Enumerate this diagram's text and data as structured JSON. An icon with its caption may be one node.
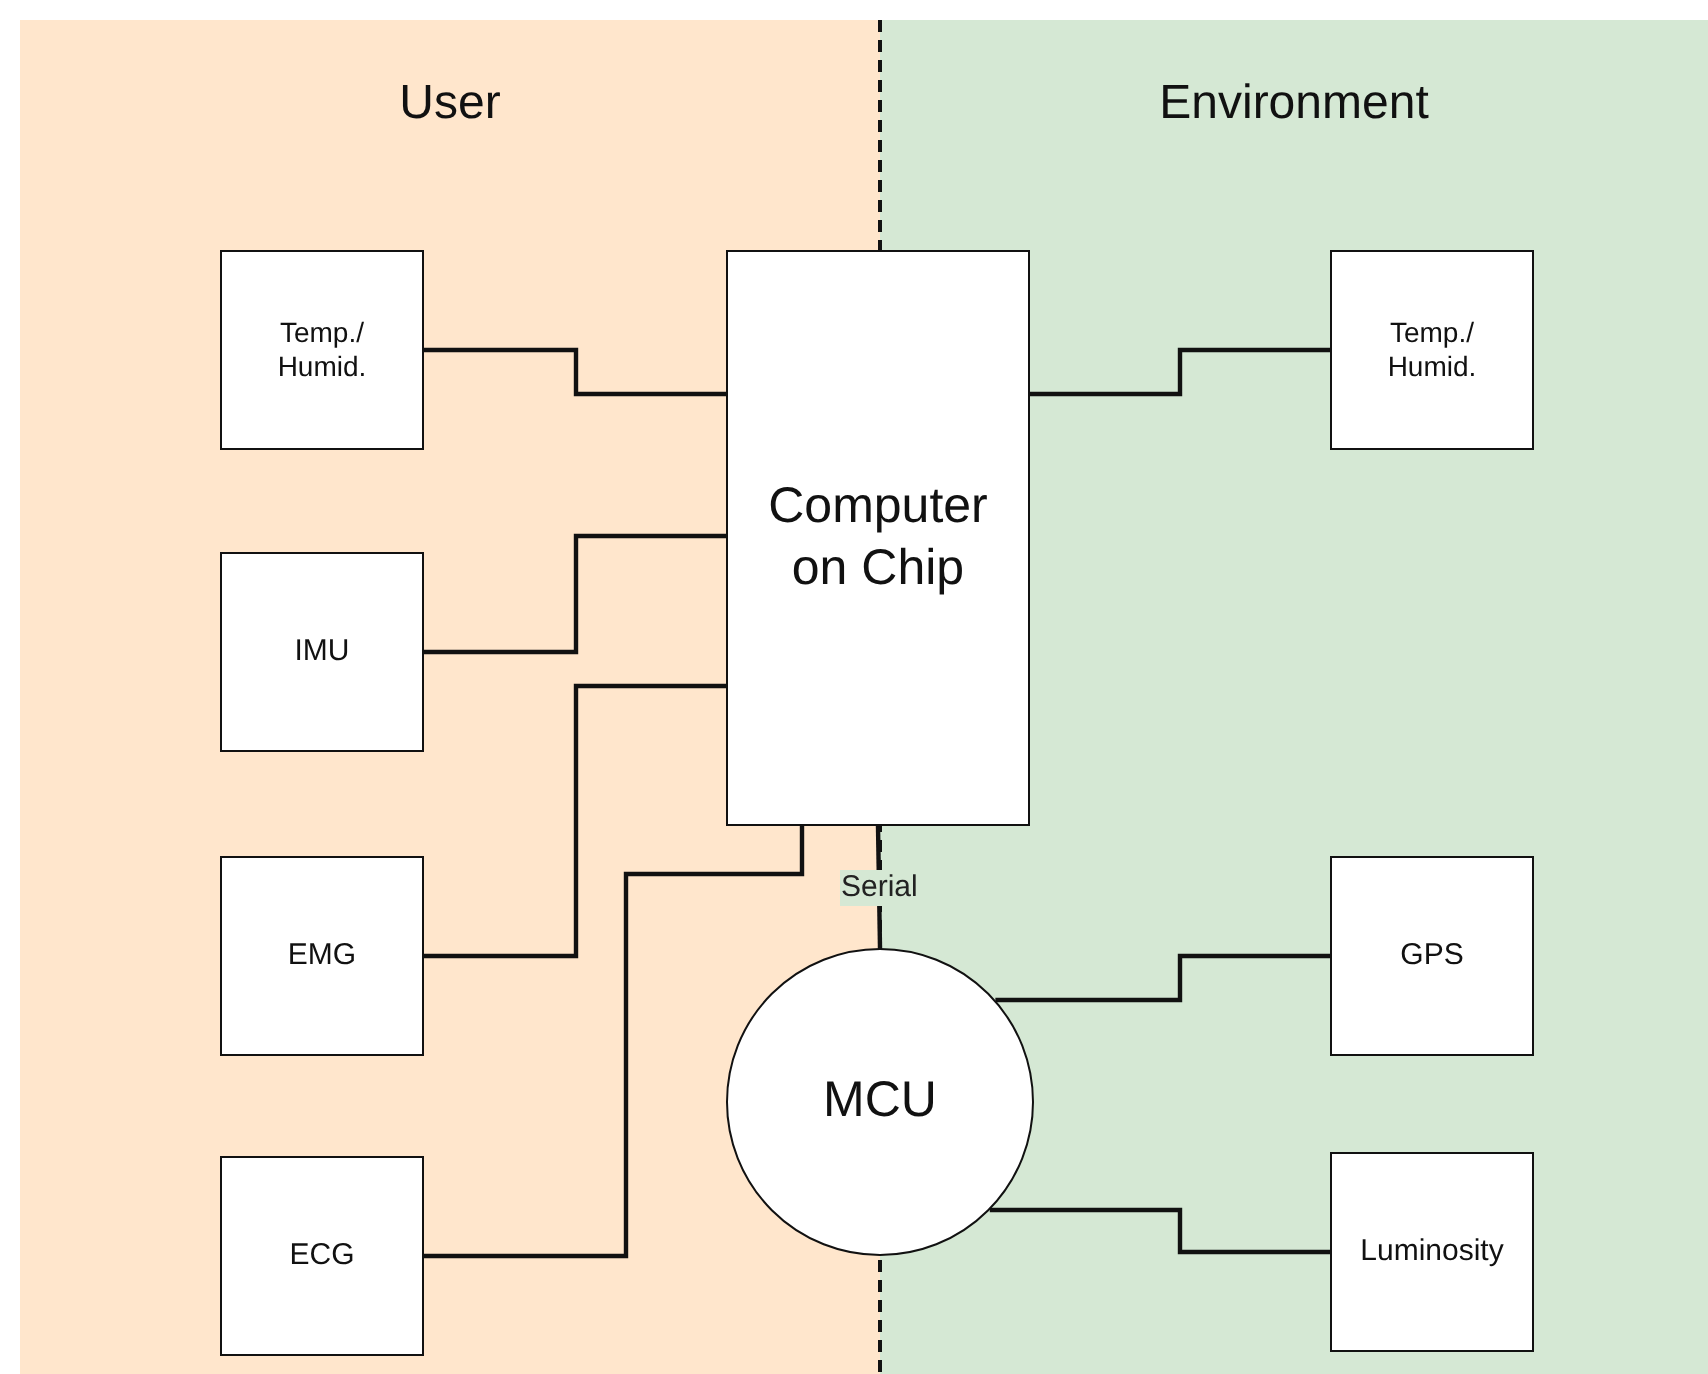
{
  "diagram": {
    "nodes": [
      {
        "text": [
          "User"
        ]
      },
      {
        "text": [
          "Environment"
        ]
      },
      {
        "text": [
          "Temp./ Humid."
        ],
        "in": 0
      },
      {
        "text": [
          "Computer on Chip"
        ]
      },
      {
        "text": [
          "Temp./ Humid."
        ],
        "in": 1
      },
      {
        "text": [
          "IMU"
        ],
        "in": 0
      },
      {
        "text": [
          "EMG"
        ],
        "in": 0
      },
      {
        "text": [
          "GPS"
        ],
        "in": 1
      },
      {
        "text": [
          "MCU"
        ]
      },
      {
        "text": [
          "ECG"
        ],
        "in": 0
      },
      {
        "text": [
          "Luminosity"
        ],
        "in": 1
      }
    ],
    "edges": [
      {
        "from": 2,
        "to": 3,
        "arrow": "none"
      },
      {
        "from": 5,
        "to": 3,
        "arrow": "none"
      },
      {
        "from": 6,
        "to": 3,
        "arrow": "none"
      },
      {
        "from": 9,
        "to": 3,
        "arrow": "none"
      },
      {
        "from": 3,
        "to": 4,
        "arrow": "none"
      },
      {
        "from": 3,
        "to": 8,
        "arrow": "none",
        "label": "Serial"
      },
      {
        "from": 8,
        "to": 7,
        "arrow": "none"
      },
      {
        "from": 8,
        "to": 10,
        "arrow": "none"
      }
    ]
  }
}
